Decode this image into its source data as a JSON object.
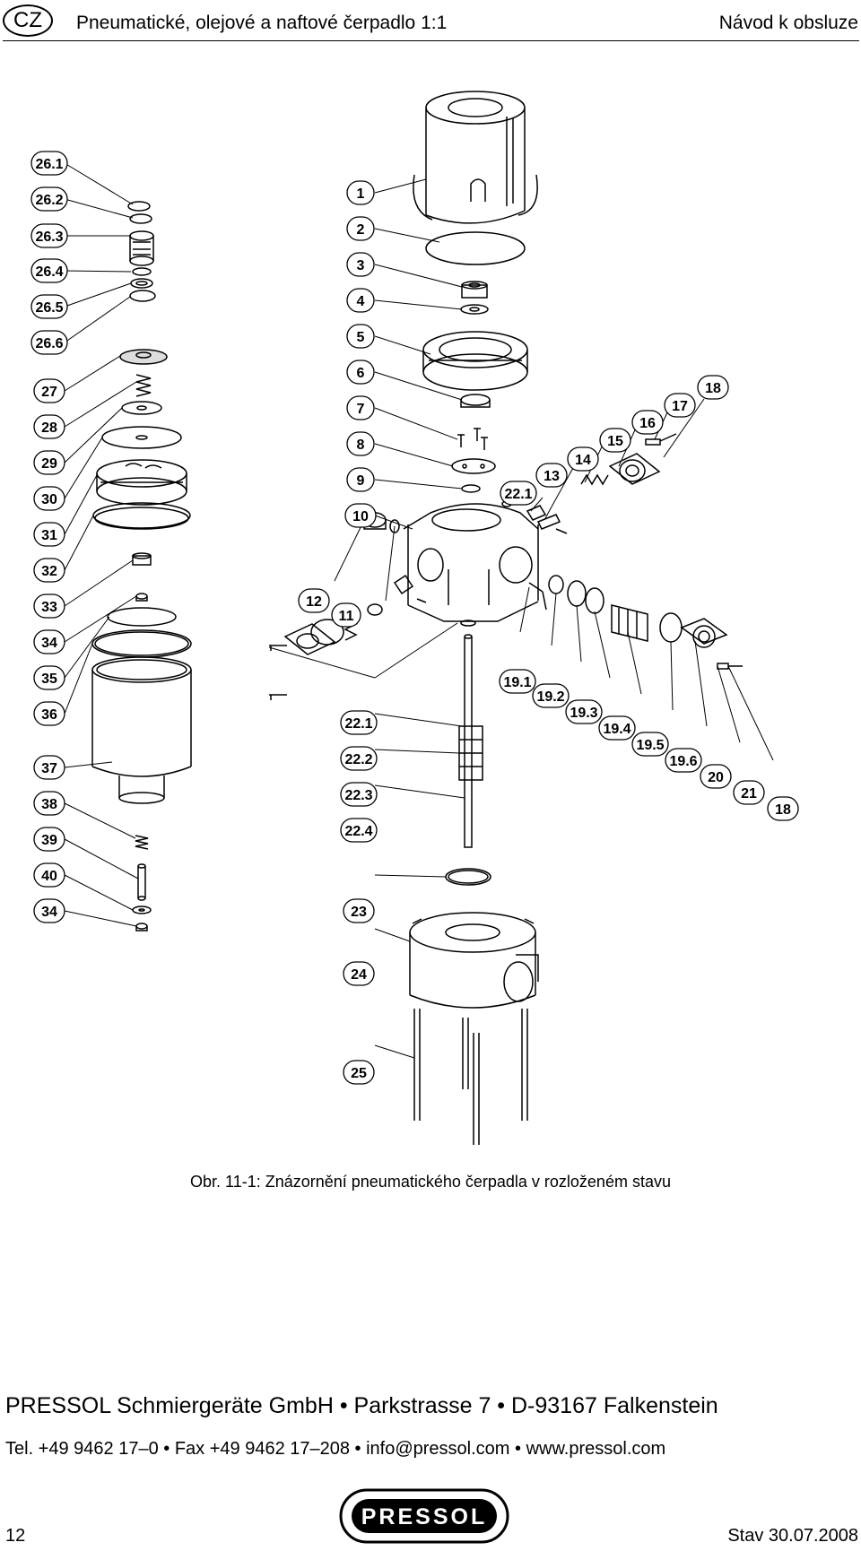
{
  "header": {
    "lang": "CZ",
    "title": "Pneumatické, olejové a naftové čerpadlo 1:1",
    "doc_type": "Návod k obsluze"
  },
  "figure": {
    "caption": "Obr. 11-1: Znázornění pneumatického čerpadla v rozloženém stavu",
    "part_labels": {
      "p26_1": "26.1",
      "p26_2": "26.2",
      "p26_3": "26.3",
      "p26_4": "26.4",
      "p26_5": "26.5",
      "p26_6": "26.6",
      "p27": "27",
      "p28": "28",
      "p29": "29",
      "p30": "30",
      "p31": "31",
      "p32": "32",
      "p33": "33",
      "p34a": "34",
      "p35": "35",
      "p36": "36",
      "p37": "37",
      "p38": "38",
      "p39": "39",
      "p40": "40",
      "p34b": "34",
      "p1": "1",
      "p2": "2",
      "p3": "3",
      "p4": "4",
      "p5": "5",
      "p6": "6",
      "p7": "7",
      "p8": "8",
      "p9": "9",
      "p10": "10",
      "p11": "11",
      "p12": "12",
      "p22_1a": "22.1",
      "p13": "13",
      "p14": "14",
      "p15": "15",
      "p16": "16",
      "p17": "17",
      "p18a": "18",
      "p22_1b": "22.1",
      "p22_2": "22.2",
      "p22_3": "22.3",
      "p22_4": "22.4",
      "p23": "23",
      "p24": "24",
      "p25": "25",
      "p19_1": "19.1",
      "p19_2": "19.2",
      "p19_3": "19.3",
      "p19_4": "19.4",
      "p19_5": "19.5",
      "p19_6": "19.6",
      "p20": "20",
      "p21": "21",
      "p18b": "18"
    }
  },
  "footer": {
    "company_line": "PRESSOL Schmiergeräte GmbH • Parkstrasse 7 • D-93167 Falkenstein",
    "contact_line": "Tel. +49 9462 17–0 • Fax +49 9462 17–208 • info@pressol.com • www.pressol.com",
    "page_number": "12",
    "logo_text": "PRESSOL",
    "status_date": "Stav 30.07.2008"
  }
}
